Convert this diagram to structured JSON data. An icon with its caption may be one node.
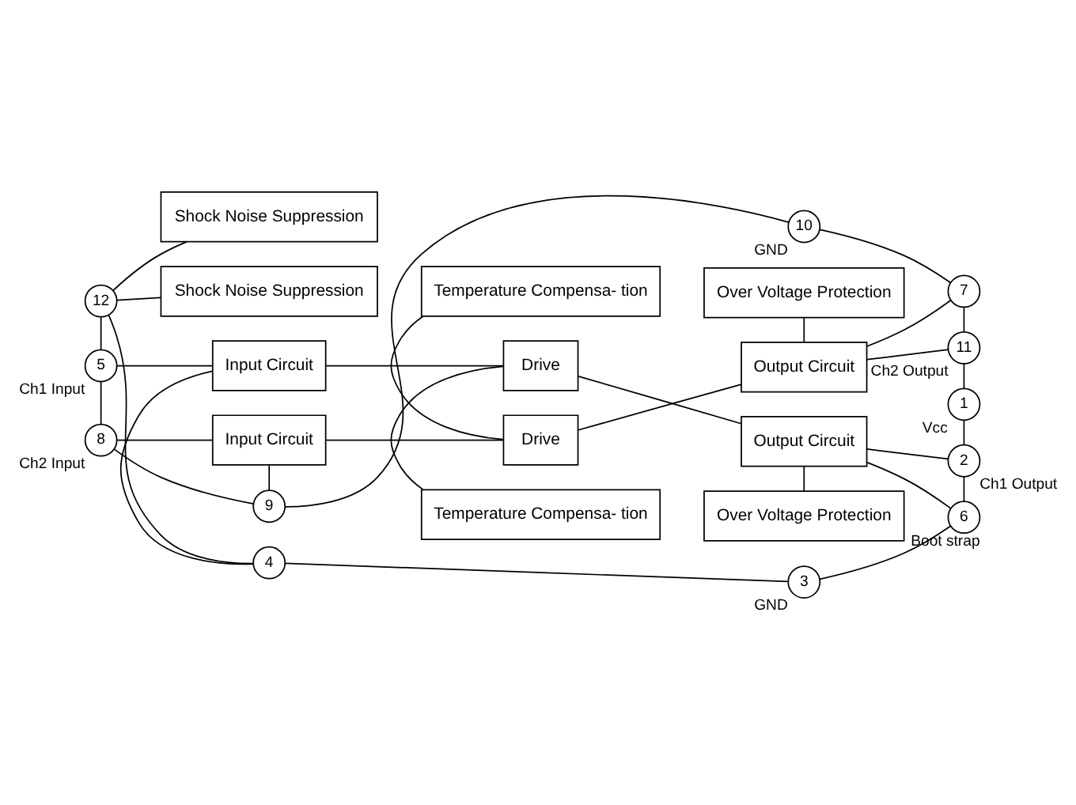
{
  "diagram": {
    "nodes": [
      {
        "text": [
          "9"
        ]
      },
      {
        "text": [
          "10"
        ],
        "beside": [
          "GND"
        ]
      },
      {
        "text": [
          "Shock Noise Suppression"
        ]
      },
      {
        "text": [
          "Temperature Compensa- tion"
        ]
      },
      {
        "text": [
          "Over Voltage Protection"
        ]
      },
      {
        "text": [
          "7"
        ]
      },
      {
        "text": [
          "8"
        ],
        "beside": [
          "Ch2 Input"
        ]
      },
      {
        "text": [
          "Input Circuit"
        ]
      },
      {
        "text": [
          "Drive"
        ]
      },
      {
        "text": [
          "Output Circuit"
        ]
      },
      {
        "text": [
          "11"
        ],
        "beside": [
          "Ch2 Output"
        ]
      },
      {
        "text": [
          "1"
        ],
        "beside": [
          "Vcc"
        ]
      },
      {
        "text": [
          "5"
        ],
        "beside": [
          "Ch1 Input"
        ]
      },
      {
        "text": [
          "Input Circuit"
        ]
      },
      {
        "text": [
          "Drive"
        ]
      },
      {
        "text": [
          "Output Circuit"
        ]
      },
      {
        "text": [
          "2"
        ],
        "beside": [
          "Ch1 Output"
        ]
      },
      {
        "text": [
          "6"
        ],
        "beside": [
          "Boot strap"
        ]
      },
      {
        "text": [
          "12"
        ]
      },
      {
        "text": [
          "Shock Noise Suppression"
        ]
      },
      {
        "text": [
          "Temperature Compensa- tion"
        ]
      },
      {
        "text": [
          "Over Voltage Protection"
        ]
      },
      {
        "text": [
          "4"
        ]
      },
      {
        "text": [
          "3"
        ],
        "beside": [
          "GND"
        ]
      }
    ],
    "edges": [
      {
        "from": 6,
        "to": 0,
        "arrow": "none"
      },
      {
        "from": 0,
        "to": 1,
        "arrow": "none"
      },
      {
        "from": 1,
        "to": 5,
        "arrow": "none"
      },
      {
        "from": 5,
        "to": 10,
        "arrow": "none"
      },
      {
        "from": 10,
        "to": 11,
        "arrow": "none"
      },
      {
        "from": 11,
        "to": 16,
        "arrow": "none"
      },
      {
        "from": 16,
        "to": 17,
        "arrow": "none"
      },
      {
        "from": 17,
        "to": 23,
        "arrow": "none"
      },
      {
        "from": 23,
        "to": 22,
        "arrow": "none"
      },
      {
        "from": 22,
        "to": 18,
        "arrow": "none"
      },
      {
        "from": 18,
        "to": 12,
        "arrow": "none"
      },
      {
        "from": 12,
        "to": 6,
        "arrow": "none"
      },
      {
        "from": 6,
        "to": 7,
        "arrow": "none"
      },
      {
        "from": 7,
        "to": 0,
        "arrow": "none"
      },
      {
        "from": 7,
        "to": 8,
        "arrow": "none"
      },
      {
        "from": 3,
        "to": 8,
        "arrow": "none"
      },
      {
        "from": 8,
        "to": 9,
        "arrow": "none"
      },
      {
        "from": 4,
        "to": 9,
        "arrow": "none"
      },
      {
        "from": 9,
        "to": 5,
        "arrow": "none"
      },
      {
        "from": 9,
        "to": 10,
        "arrow": "none"
      },
      {
        "from": 18,
        "to": 2,
        "arrow": "none"
      },
      {
        "from": 18,
        "to": 19,
        "arrow": "none"
      },
      {
        "from": 12,
        "to": 13,
        "arrow": "none"
      },
      {
        "from": 13,
        "to": 14,
        "arrow": "none"
      },
      {
        "from": 13,
        "to": 22,
        "arrow": "none"
      },
      {
        "from": 14,
        "to": 20,
        "arrow": "none"
      },
      {
        "from": 14,
        "to": 15,
        "arrow": "none"
      },
      {
        "from": 15,
        "to": 16,
        "arrow": "none"
      },
      {
        "from": 15,
        "to": 21,
        "arrow": "none"
      },
      {
        "from": 15,
        "to": 17,
        "arrow": "none"
      }
    ]
  }
}
